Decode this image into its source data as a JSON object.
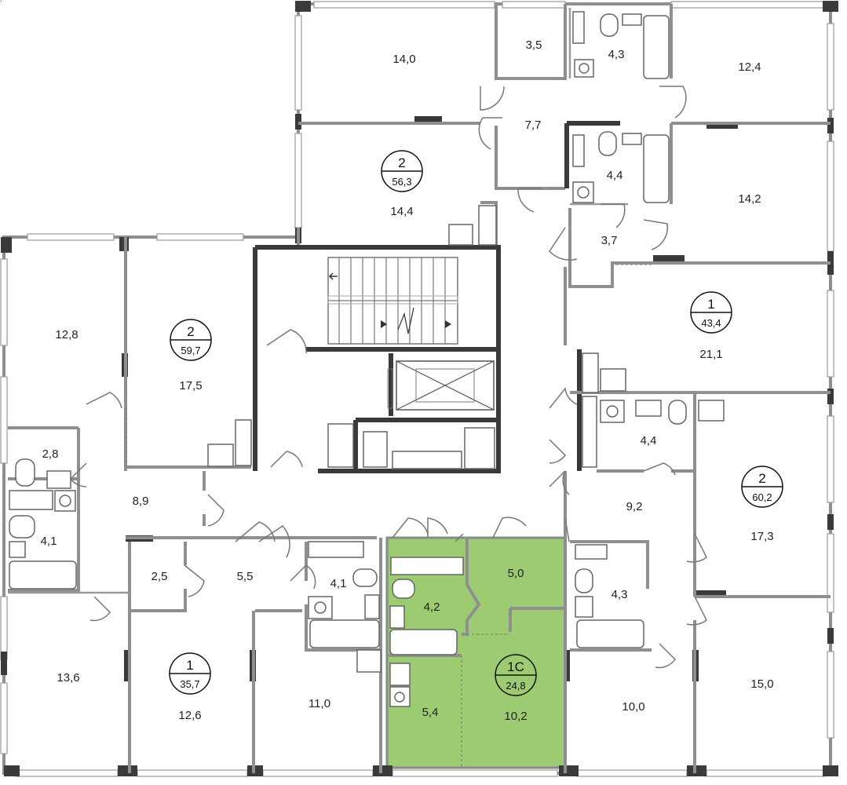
{
  "plan": {
    "highlight_color": "#9ccb72",
    "wall_color": "#8f8f8f",
    "structure_color": "#3a3a3a",
    "rooms": [
      {
        "id": "r1",
        "label": "14,0"
      },
      {
        "id": "r2",
        "label": "3,5"
      },
      {
        "id": "r3",
        "label": "4,3"
      },
      {
        "id": "r4",
        "label": "12,4"
      },
      {
        "id": "r5",
        "label": "7,7"
      },
      {
        "id": "r6",
        "label": "4,4"
      },
      {
        "id": "r7",
        "label": "14,2"
      },
      {
        "id": "r8",
        "label": "14,4"
      },
      {
        "id": "r9",
        "label": "3,7"
      },
      {
        "id": "r10",
        "label": "12,8"
      },
      {
        "id": "r11",
        "label": "17,5"
      },
      {
        "id": "r12",
        "label": "21,1"
      },
      {
        "id": "r13",
        "label": "2,8"
      },
      {
        "id": "r14",
        "label": "8,9"
      },
      {
        "id": "r15",
        "label": "4,4"
      },
      {
        "id": "r16",
        "label": "9,2"
      },
      {
        "id": "r17",
        "label": "4,1"
      },
      {
        "id": "r18",
        "label": "17,3"
      },
      {
        "id": "r19",
        "label": "2,5"
      },
      {
        "id": "r20",
        "label": "5,5"
      },
      {
        "id": "r21",
        "label": "4,1"
      },
      {
        "id": "r22",
        "label": "5,0"
      },
      {
        "id": "r23",
        "label": "4,2"
      },
      {
        "id": "r24",
        "label": "4,3"
      },
      {
        "id": "r25",
        "label": "13,6"
      },
      {
        "id": "r26",
        "label": "12,6"
      },
      {
        "id": "r27",
        "label": "11,0"
      },
      {
        "id": "r28",
        "label": "5,4"
      },
      {
        "id": "r29",
        "label": "10,2"
      },
      {
        "id": "r30",
        "label": "10,0"
      },
      {
        "id": "r31",
        "label": "15,0"
      }
    ],
    "apartments": [
      {
        "id": "a1",
        "rooms": "2",
        "area": "56,3"
      },
      {
        "id": "a2",
        "rooms": "2",
        "area": "59,7"
      },
      {
        "id": "a3",
        "rooms": "1",
        "area": "43,4"
      },
      {
        "id": "a4",
        "rooms": "2",
        "area": "60,2"
      },
      {
        "id": "a5",
        "rooms": "1",
        "area": "35,7"
      },
      {
        "id": "a6",
        "rooms": "1С",
        "area": "24,8",
        "highlighted": true
      }
    ]
  }
}
